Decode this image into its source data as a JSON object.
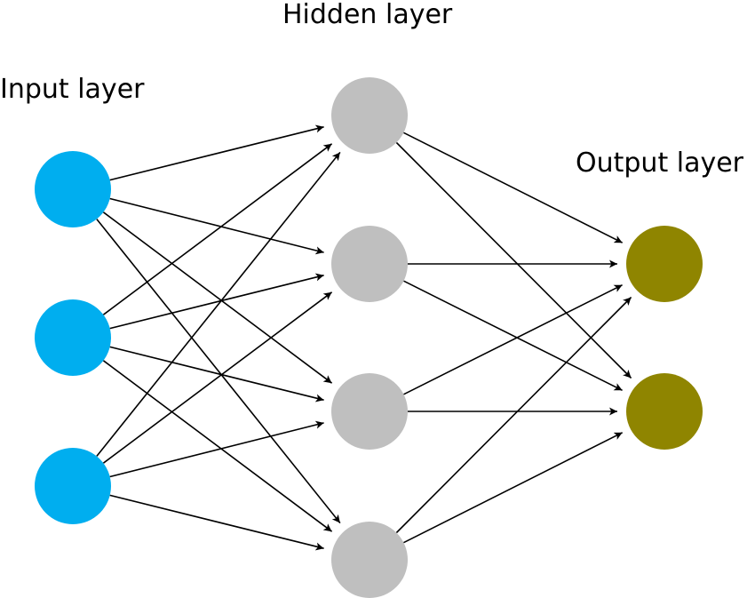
{
  "labels": {
    "input": "Input layer",
    "hidden": "Hidden layer",
    "output": "Output layer"
  },
  "layers": {
    "input": {
      "neuron_count": 3,
      "color": "#00AEEF"
    },
    "hidden": {
      "neuron_count": 4,
      "color": "#BFBFBF"
    },
    "output": {
      "neuron_count": 2,
      "color": "#8F8500"
    }
  },
  "connections": [
    {
      "from": "input",
      "to": "hidden",
      "pattern": "fully-connected",
      "arrowheads": true
    },
    {
      "from": "hidden",
      "to": "output",
      "pattern": "fully-connected",
      "arrowheads": true
    }
  ],
  "edge_color": "#000000"
}
